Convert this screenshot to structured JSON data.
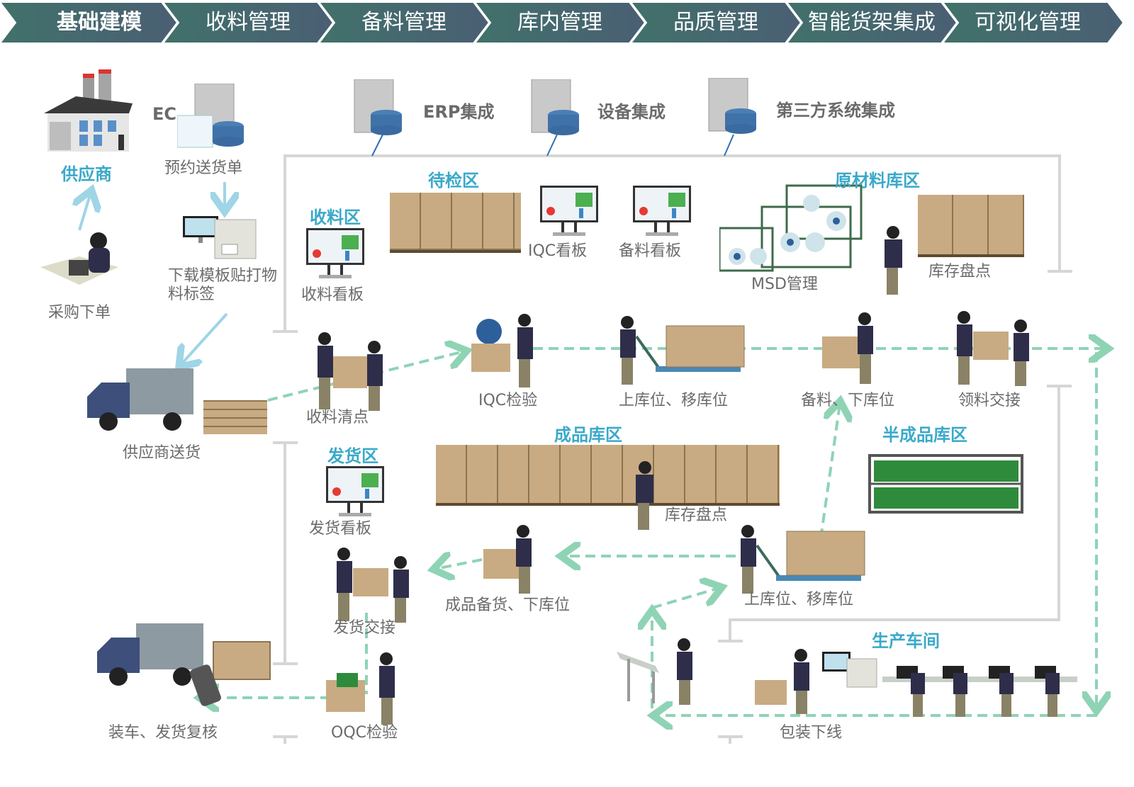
{
  "nav": {
    "steps": [
      {
        "label": "基础建模",
        "active": true
      },
      {
        "label": "收料管理",
        "active": false
      },
      {
        "label": "备料管理",
        "active": false
      },
      {
        "label": "库内管理",
        "active": false
      },
      {
        "label": "品质管理",
        "active": false
      },
      {
        "label": "智能货架集成",
        "active": false
      },
      {
        "label": "可视化管理",
        "active": false
      }
    ],
    "colors": {
      "fill_start": "#41716a",
      "fill_end": "#4a5f73",
      "separator": "#ffffff"
    }
  },
  "systems": {
    "ec": "EC",
    "erp": "ERP集成",
    "equipment": "设备集成",
    "third_party": "第三方系统集成"
  },
  "zones": {
    "supplier": "供应商",
    "receiving": "收料区",
    "pending_inspection": "待检区",
    "raw_material": "原材料库区",
    "finished_goods": "成品库区",
    "semi_finished": "半成品库区",
    "shipping": "发货区",
    "workshop": "生产车间"
  },
  "labels": {
    "reserve_delivery": "预约送货单",
    "purchase_order": "采购下单",
    "print_labels_line1": "下载模板贴打物",
    "print_labels_line2": "料标签",
    "supplier_delivery": "供应商送货",
    "receiving_board": "收料看板",
    "iqc_board": "IQC看板",
    "prep_board": "备料看板",
    "msd": "MSD管理",
    "stocktake_raw": "库存盘点",
    "receiving_count": "收料清点",
    "iqc_inspection": "IQC检验",
    "putaway_move_1": "上库位、移库位",
    "prep_pick": "备料、下库位",
    "material_handover": "领料交接",
    "shipping_board": "发货看板",
    "stocktake_fg": "库存盘点",
    "fg_prep_pick": "成品备货、下库位",
    "putaway_move_2": "上库位、移库位",
    "shipping_handover": "发货交接",
    "load_verify": "装车、发货复核",
    "oqc_inspection": "OQC检验",
    "packing_offline": "包装下线"
  },
  "colors": {
    "zone_title": "#3aa9c9",
    "label_text": "#6b6b6b",
    "flow_dash": "#8fd3b5",
    "bracket_line": "#d6d6d6",
    "info_arrow": "#9fd5e6",
    "integration_line": "#2f6fb3"
  }
}
